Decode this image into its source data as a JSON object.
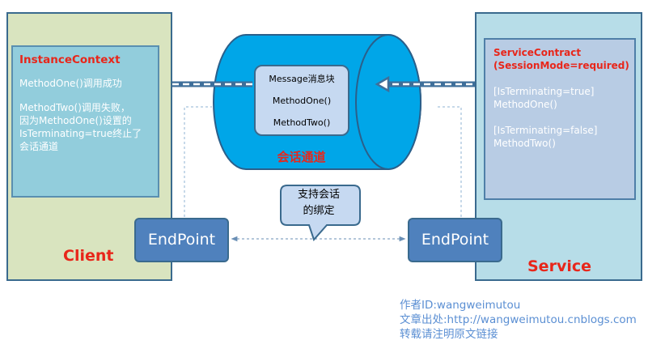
{
  "client": {
    "label": "Client",
    "instance_context": {
      "title": "InstanceContext",
      "lines": [
        "MethodOne()调用成功",
        "",
        "MethodTwo()调用失败，",
        "因为MethodOne()设置的",
        "IsTerminating=true终止了",
        "会话通道"
      ]
    }
  },
  "service": {
    "label": "Service",
    "contract": {
      "title_lines": [
        "ServiceContract",
        "(SessionMode=required)"
      ],
      "lines": [
        "",
        "[IsTerminating=true]",
        "MethodOne()",
        "",
        "[IsTerminating=false]",
        "MethodTwo()"
      ]
    }
  },
  "channel": {
    "label": "会话通道",
    "message_block": {
      "title": "Message消息块",
      "items": [
        "MethodOne()",
        "MethodTwo()"
      ]
    }
  },
  "endpoints": {
    "client": "EndPoint",
    "service": "EndPoint"
  },
  "callout": {
    "lines": [
      "支持会话",
      "的绑定"
    ]
  },
  "credits": {
    "author": "作者ID:wangweimutou",
    "source": "文章出处:http://wangweimutou.cnblogs.com",
    "note": "转载请注明原文链接"
  },
  "colors": {
    "client_panel": "#d9e4bf",
    "service_panel": "#b7dde8",
    "channel": "#00a6e8",
    "endpoint": "#4f81bd",
    "title_red": "#e8261a",
    "credit_blue": "#5b8fd3"
  }
}
